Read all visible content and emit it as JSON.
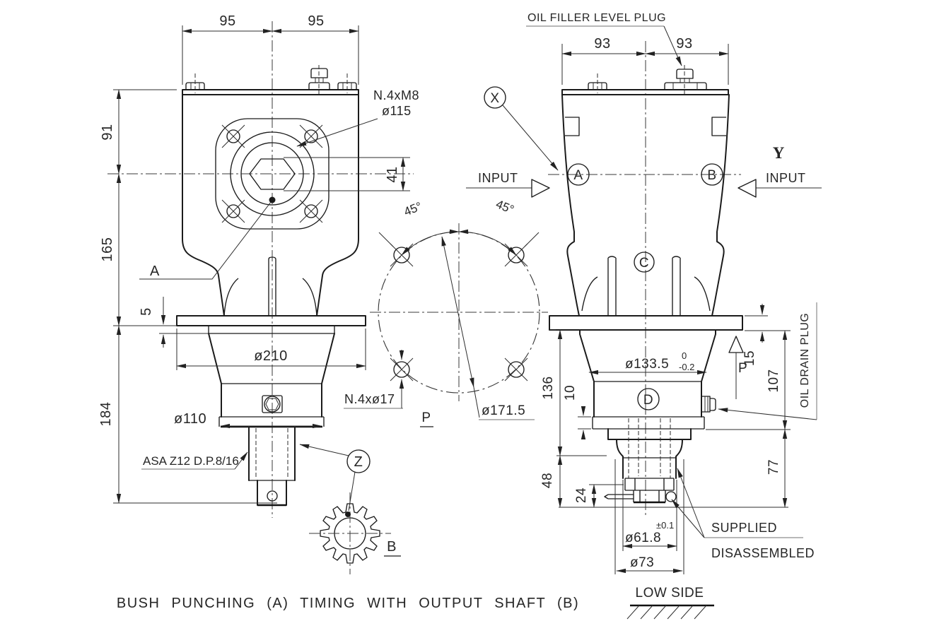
{
  "front": {
    "dim_top_left": "95",
    "dim_top_right": "95",
    "dim_91": "91",
    "dim_165": "165",
    "dim_184": "184",
    "dim_5": "5",
    "dim_41": "41",
    "dim_flange_dia": "ø210",
    "dim_hub_dia": "ø110",
    "bolt_note_line1": "N.4xM8",
    "bolt_note_line2": "ø115",
    "label_a": "A",
    "spline_note": "ASA Z12 D.P.8/16",
    "label_z": "Z",
    "label_b": "B"
  },
  "pattern": {
    "angle_left": "45°",
    "angle_right": "45°",
    "hole_note": "N.4xø17",
    "pitch_dia": "ø171.5",
    "label_p": "P"
  },
  "side": {
    "oil_filler_note": "OIL FILLER LEVEL PLUG",
    "dim_93_left": "93",
    "dim_93_right": "93",
    "label_x": "X",
    "label_y": "Y",
    "label_a": "A",
    "label_b": "B",
    "label_c": "C",
    "label_d": "D",
    "input_left": "INPUT",
    "input_right": "INPUT",
    "dim_flange_dia": "ø133.5",
    "tol_upper": "0",
    "tol_lower": "-0.2",
    "dim_136": "136",
    "dim_10": "10",
    "dim_48": "48",
    "dim_24": "24",
    "label_p": "P",
    "dim_15": "15",
    "dim_107": "107",
    "dim_77": "77",
    "dim_spline_dia": "ø61.8",
    "spline_tol": "±0.1",
    "dim_bush_dia": "ø73",
    "oil_drain_note": "OIL DRAIN PLUG",
    "supplied_line1": "SUPPLIED",
    "supplied_line2": "DISASSEMBLED",
    "low_side": "LOW SIDE"
  },
  "caption": "BUSH PUNCHING (A) TIMING WITH OUTPUT SHAFT (B)"
}
